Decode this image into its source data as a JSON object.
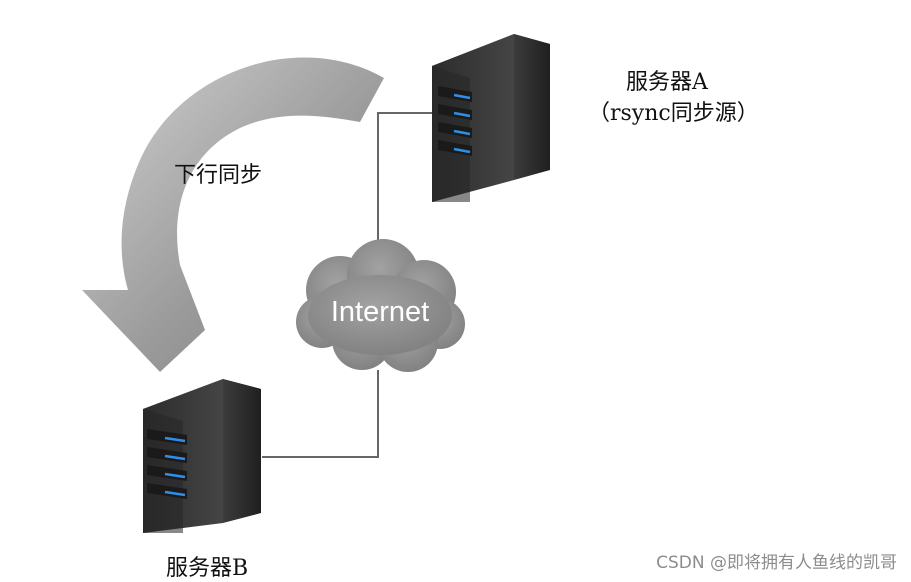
{
  "server_a": {
    "title": "服务器A",
    "subtitle": "（rsync同步源）"
  },
  "server_b": {
    "title": "服务器B"
  },
  "sync_arrow": {
    "label": "下行同步"
  },
  "cloud": {
    "label": "Internet"
  },
  "watermark": "CSDN @即将拥有人鱼线的凯哥",
  "colors": {
    "server_body": "#3a3a3a",
    "server_led": "#2f8fe8",
    "cloud": "#8a8a8a",
    "arrow": "#9a9a9a",
    "connection_line": "#666666"
  },
  "icons": {
    "server_a": "server-tower-icon",
    "server_b": "server-tower-icon",
    "cloud": "cloud-icon",
    "arrow": "curved-arrow-icon"
  }
}
